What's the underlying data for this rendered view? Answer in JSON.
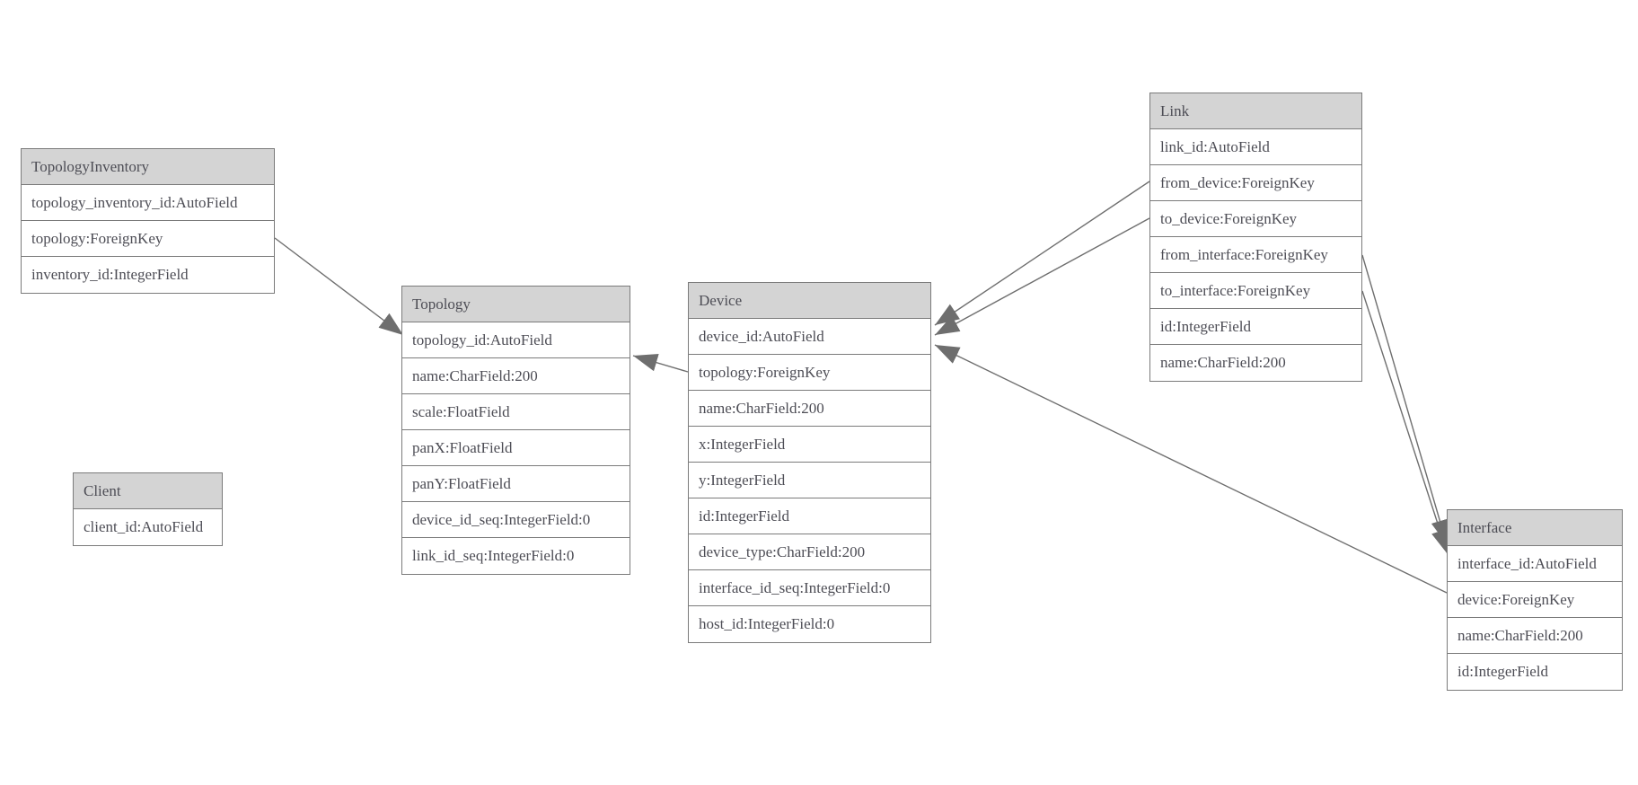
{
  "colors": {
    "header_bg": "#d4d4d4",
    "border": "#7b7b7b",
    "text": "#4d4d55",
    "connector": "#6e6e6e",
    "arrowhead": "#6e6e6e",
    "background": "#ffffff"
  },
  "entities": {
    "topology_inventory": {
      "title": "TopologyInventory",
      "fields": [
        "topology_inventory_id:AutoField",
        "topology:ForeignKey",
        "inventory_id:IntegerField"
      ]
    },
    "topology": {
      "title": "Topology",
      "fields": [
        "topology_id:AutoField",
        "name:CharField:200",
        "scale:FloatField",
        "panX:FloatField",
        "panY:FloatField",
        "device_id_seq:IntegerField:0",
        "link_id_seq:IntegerField:0"
      ]
    },
    "client": {
      "title": "Client",
      "fields": [
        "client_id:AutoField"
      ]
    },
    "device": {
      "title": "Device",
      "fields": [
        "device_id:AutoField",
        "topology:ForeignKey",
        "name:CharField:200",
        "x:IntegerField",
        "y:IntegerField",
        "id:IntegerField",
        "device_type:CharField:200",
        "interface_id_seq:IntegerField:0",
        "host_id:IntegerField:0"
      ]
    },
    "link": {
      "title": "Link",
      "fields": [
        "link_id:AutoField",
        "from_device:ForeignKey",
        "to_device:ForeignKey",
        "from_interface:ForeignKey",
        "to_interface:ForeignKey",
        "id:IntegerField",
        "name:CharField:200"
      ]
    },
    "interface": {
      "title": "Interface",
      "fields": [
        "interface_id:AutoField",
        "device:ForeignKey",
        "name:CharField:200",
        "id:IntegerField"
      ]
    }
  },
  "relationships": [
    {
      "from": "TopologyInventory.topology",
      "to": "Topology"
    },
    {
      "from": "Device.topology",
      "to": "Topology"
    },
    {
      "from": "Link.from_device",
      "to": "Device"
    },
    {
      "from": "Link.to_device",
      "to": "Device"
    },
    {
      "from": "Link.from_interface",
      "to": "Interface"
    },
    {
      "from": "Link.to_interface",
      "to": "Interface"
    },
    {
      "from": "Interface.device",
      "to": "Device"
    }
  ]
}
